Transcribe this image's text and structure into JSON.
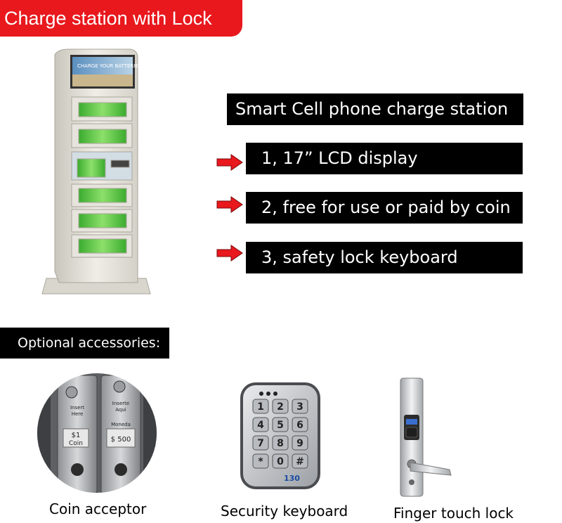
{
  "header": {
    "title": "Charge station with Lock"
  },
  "kiosk": {
    "screen_text": "CHARGE YOUR BATTERIES"
  },
  "headline": "Smart Cell phone charge station",
  "features": [
    "1, 17” LCD display",
    "2, free for use or paid by coin",
    "3, safety lock  keyboard"
  ],
  "accessories": {
    "heading": "Optional accessories:",
    "items": [
      {
        "caption": "Coin acceptor",
        "slot1": [
          "Insert",
          "Here",
          "$1",
          "Coin"
        ],
        "slot2": [
          "Inserte",
          "Aqui",
          "Moneda",
          "$ 500"
        ]
      },
      {
        "caption": "Security keyboard",
        "keys": [
          "1",
          "2",
          "3",
          "4",
          "5",
          "6",
          "7",
          "8",
          "9",
          "*",
          "0",
          "#"
        ],
        "badge": "130"
      },
      {
        "caption": "Finger touch lock"
      }
    ]
  },
  "colors": {
    "accent_red": "#e8181d",
    "bar_black": "#000000",
    "locker_green": "#49c43d"
  }
}
